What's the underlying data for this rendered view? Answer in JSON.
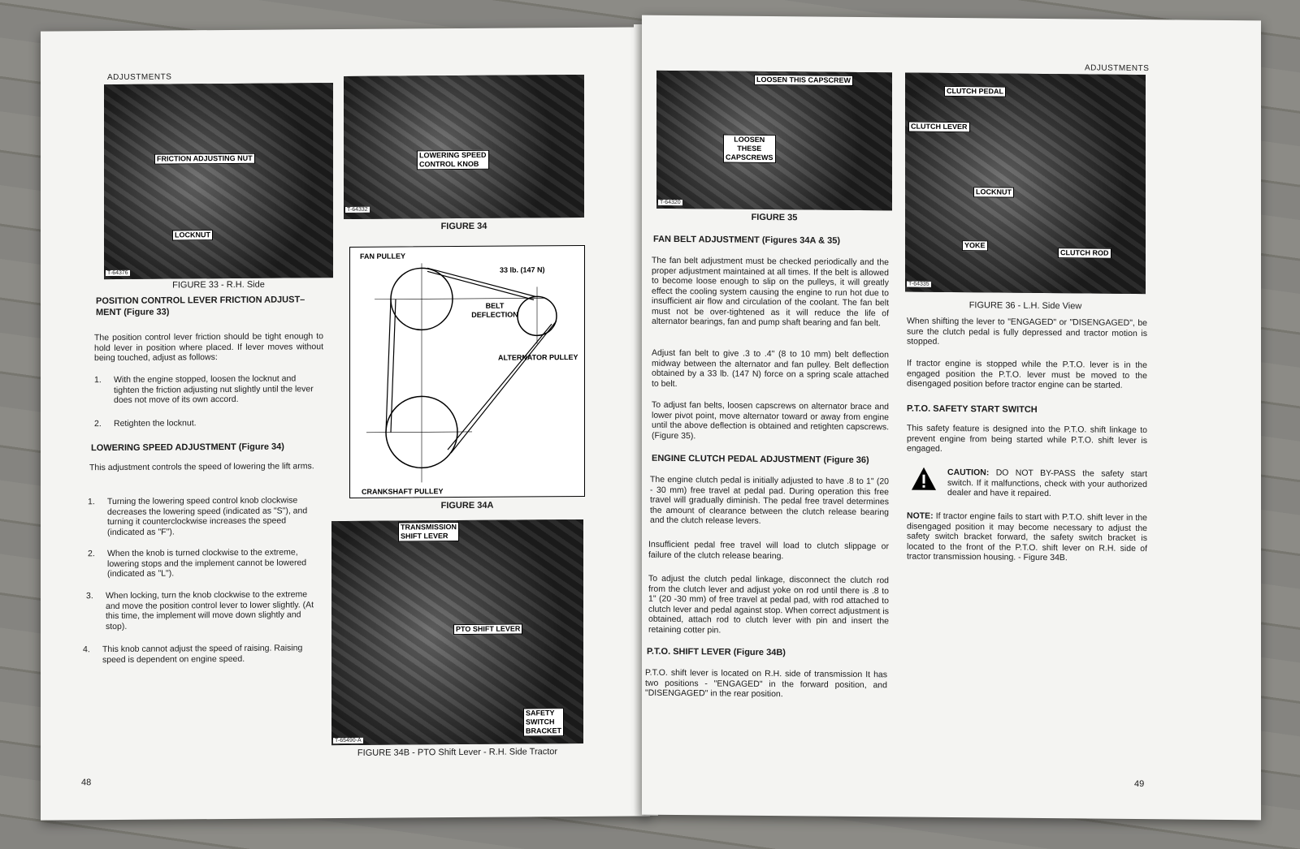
{
  "left_page": {
    "header": "ADJUSTMENTS",
    "page_number": "48",
    "fig33": {
      "labels": [
        "FRICTION ADJUSTING NUT",
        "LOCKNUT"
      ],
      "code": "T-64376",
      "caption": "FIGURE 33 - R.H. Side"
    },
    "fig34": {
      "labels": [
        "LOWERING SPEED",
        "CONTROL KNOB"
      ],
      "code": "T-64332",
      "caption": "FIGURE 34"
    },
    "fig34a": {
      "labels": {
        "fan": "FAN PULLEY",
        "force": "33 lb. (147 N)",
        "belt1": "BELT",
        "belt2": "DEFLECTION",
        "alt": "ALTERNATOR PULLEY",
        "crank": "CRANKSHAFT PULLEY"
      },
      "caption": "FIGURE 34A"
    },
    "fig34b": {
      "labels": {
        "trans1": "TRANSMISSION",
        "trans2": "SHIFT LEVER",
        "pto": "PTO SHIFT LEVER",
        "s1": "SAFETY",
        "s2": "SWITCH",
        "s3": "BRACKET"
      },
      "code": "T-65490-A",
      "caption": "FIGURE 34B - PTO Shift Lever - R.H. Side Tractor"
    },
    "sec1": {
      "heading1": "POSITION CONTROL LEVER FRICTION ADJUST–",
      "heading2": "MENT (Figure 33)",
      "intro": "The position control lever friction should be tight enough to hold lever in position where placed. If lever moves without being touched, adjust as follows:",
      "items": [
        {
          "n": "1.",
          "t": "With the engine stopped, loosen the locknut and tighten the friction adjusting nut slightly until the lever does not move of its own accord."
        },
        {
          "n": "2.",
          "t": "Retighten the locknut."
        }
      ]
    },
    "sec2": {
      "heading": "LOWERING SPEED ADJUSTMENT (Figure 34)",
      "intro": "This adjustment controls the speed of lowering the lift arms.",
      "items": [
        {
          "n": "1.",
          "t": "Turning the lowering speed control knob clockwise decreases the lowering speed (indicated as \"S\"), and turning it counterclockwise increases the speed (indicated as \"F\")."
        },
        {
          "n": "2.",
          "t": "When the knob is turned clockwise to the extreme, lowering stops and the implement cannot be lowered (indicated as \"L\")."
        },
        {
          "n": "3.",
          "t": "When locking, turn the knob clockwise to the extreme and move the position control lever to lower slightly. (At this time, the implement will move down slightly and stop)."
        },
        {
          "n": "4.",
          "t": "This knob cannot adjust the speed of raising. Raising speed is dependent on engine speed."
        }
      ]
    }
  },
  "right_page": {
    "header": "ADJUSTMENTS",
    "page_number": "49",
    "fig35": {
      "labels": {
        "cap": "LOOSEN THIS CAPSCREW",
        "l1": "LOOSEN",
        "l2": "THESE",
        "l3": "CAPSCREWS"
      },
      "code": "T-64320",
      "caption": "FIGURE 35"
    },
    "fig36": {
      "labels": {
        "pedal": "CLUTCH PEDAL",
        "lever": "CLUTCH LEVER",
        "locknut": "LOCKNUT",
        "yoke": "YOKE",
        "rod": "CLUTCH ROD"
      },
      "code": "T-64335",
      "caption": "FIGURE 36 - L.H. Side View"
    },
    "fan": {
      "heading": "FAN BELT ADJUSTMENT (Figures 34A & 35)",
      "p1": "The fan belt adjustment must be checked periodically and the proper adjustment maintained at all times. If the belt is allowed to become loose enough to slip on the pulleys, it will greatly effect the cooling system causing the engine to run hot due to insufficient air flow and circulation of the coolant. The fan belt must not be over-tightened as it will reduce the life of alternator bearings, fan and pump shaft bearing and fan belt.",
      "p2": "Adjust fan belt to give .3 to .4\" (8 to 10 mm) belt deflection midway between the alternator and fan pulley. Belt deflection obtained by a 33 lb. (147 N) force on a spring scale attached to belt.",
      "p3": "To adjust fan belts, loosen capscrews on alternator brace and lower pivot point, move alternator toward or away from engine until the above deflection is obtained and retighten capscrews. (Figure 35)."
    },
    "clutch": {
      "heading": "ENGINE CLUTCH PEDAL ADJUSTMENT (Figure 36)",
      "p1": "The engine clutch pedal is initially adjusted to have .8 to 1\" (20 - 30 mm) free travel at pedal pad. During operation this free travel will gradually diminish. The pedal free travel determines the amount of clearance between the clutch release bearing and the clutch release levers.",
      "p2": "Insufficient pedal free travel will load to clutch slippage or failure of the clutch release bearing.",
      "p3": "To adjust the clutch pedal linkage, disconnect the clutch rod from the clutch lever and adjust yoke on rod until there is .8 to 1\" (20 -30 mm) of free travel at pedal pad, with rod attached to clutch lever and pedal against stop. When correct adjustment is obtained, attach rod to clutch lever with pin and insert the retaining cotter pin."
    },
    "pto": {
      "heading": "P.T.O. SHIFT LEVER (Figure 34B)",
      "p1": "P.T.O. shift lever is located on R.H. side of transmission It has two positions - \"ENGAGED\" in the forward position, and \"DISENGAGED\" in the rear position."
    },
    "col2": {
      "p1": "When shifting the lever to \"ENGAGED\" or \"DISENGAGED\", be sure the clutch pedal is fully depressed and tractor motion is stopped.",
      "p2": "If tractor engine is stopped while the P.T.O. lever is in the engaged position the P.T.O. lever must be moved to the disengaged position before tractor engine can be started.",
      "safety_heading": "P.T.O. SAFETY START SWITCH",
      "p3": "This safety feature is designed into the P.T.O. shift linkage to prevent engine from being started while P.T.O. shift lever is engaged.",
      "caution_label": "CAUTION:",
      "caution_text": "DO NOT BY-PASS the safety start switch. If it malfunctions, check with your authorized dealer and have it repaired.",
      "note_label": "NOTE:",
      "note_text": "If tractor engine fails to start with P.T.O. shift lever in the disengaged position it may become necessary to adjust the safety switch bracket forward, the safety switch bracket is located to the front of the P.T.O. shift lever on R.H. side of tractor transmission housing. - Figure 34B."
    }
  }
}
